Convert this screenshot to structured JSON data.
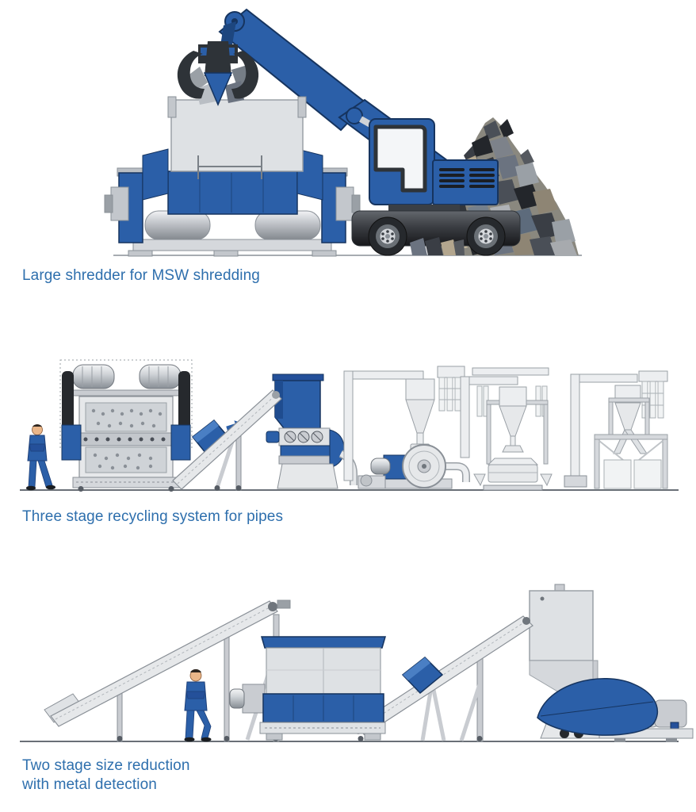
{
  "page": {
    "background": "#ffffff",
    "type": "machinery-illustration-page"
  },
  "colors": {
    "machine_blue": "#2B5FA8",
    "machine_blue_dark": "#16345F",
    "machine_blue_light": "#4A7FC4",
    "caption_blue": "#2E6FAD",
    "light_gray": "#E6E8EA",
    "mid_gray": "#C9CCD1",
    "outline_gray": "#8A9097",
    "dark_gray": "#26292D"
  },
  "figures": [
    {
      "caption": "Large shredder for MSW shredding",
      "scene": [
        "large-shredder-machine",
        "excavator",
        "grab-claw-icon",
        "waste-pile",
        "ground-line"
      ]
    },
    {
      "caption": "Three stage recycling system for pipes",
      "scene": [
        "operator-person",
        "twin-shaft-shredder",
        "feed-container",
        "flow-arrow",
        "infeed-conveyor",
        "granulator",
        "cyclone-separator",
        "pulverizer-mill",
        "vibrating-sifter",
        "filter-socks",
        "bagging-station",
        "ground-line"
      ]
    },
    {
      "caption": "Two stage size reduction\nwith metal detection",
      "scene": [
        "long-infeed-conveyor",
        "operator-person",
        "single-shaft-shredder",
        "transfer-conveyor",
        "metal-detector-box",
        "granulator",
        "ground-line"
      ]
    }
  ]
}
